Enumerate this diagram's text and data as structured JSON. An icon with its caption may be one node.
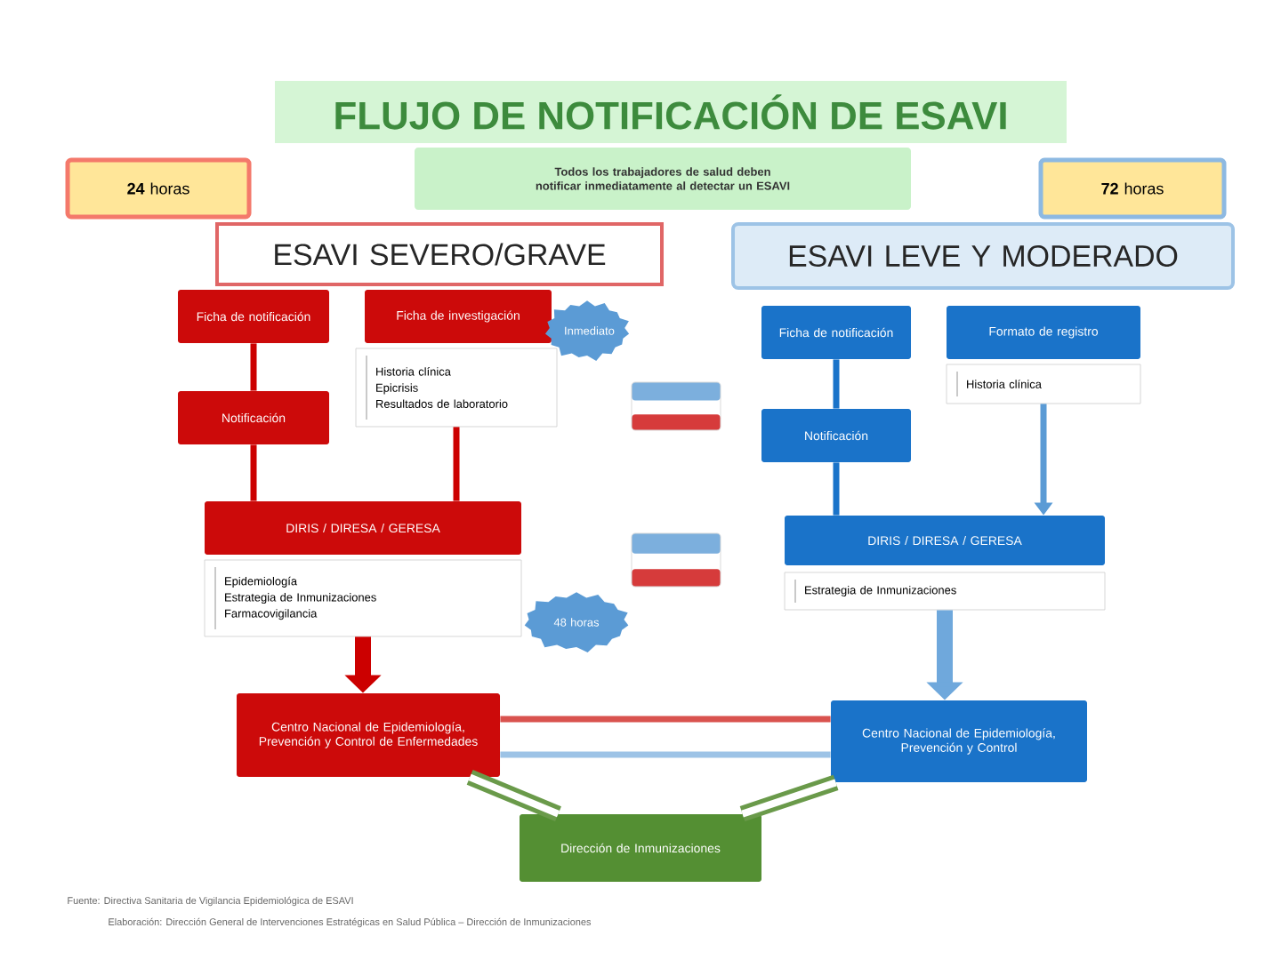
{
  "diagram": {
    "title": "FLUJO DE NOTIFICACIÓN DE ESAVI",
    "nodes": [
      {
        "text": [
          "**24** horas"
        ]
      },
      {
        "text": [
          "Todos los trabajadores de salud deben notificar inmediatamente al detectar un ESAVI"
        ]
      },
      {
        "text": [
          "**72** horas"
        ]
      },
      {
        "text": [
          "ESAVI SEVERO/GRAVE"
        ]
      },
      {
        "text": [
          "ESAVI LEVE Y MODERADO"
        ]
      },
      {
        "text": [
          "Ficha de notificación"
        ]
      },
      {
        "text": [
          "Ficha de investigación"
        ]
      },
      {
        "text": [
          "Historia clínica",
          "Epicrisis",
          "Resultados de laboratorio"
        ]
      },
      {
        "text": [
          "Inmediato"
        ]
      },
      {
        "text": [
          "Notificación"
        ]
      },
      {
        "text": [
          "DIRIS / DIRESA / GERESA"
        ]
      },
      {
        "text": [
          "Epidemiología",
          "Estrategia de Inmunizaciones",
          "Farmacovigilancia"
        ]
      },
      {
        "text": [
          "48 horas"
        ]
      },
      {
        "text": [
          "Centro Nacional de Epidemiología, Prevención y Control de Enfermedades"
        ]
      },
      {
        "text": [
          "Ficha de notificación"
        ]
      },
      {
        "text": [
          "Formato de registro"
        ]
      },
      {
        "text": [
          "Historia clínica"
        ]
      },
      {
        "text": [
          "Notificación"
        ]
      },
      {
        "text": [
          "DIRIS / DIRESA / GERESA"
        ]
      },
      {
        "text": [
          "Estrategia de Inmunizaciones"
        ]
      },
      {
        "text": [
          "Centro Nacional de Epidemiología, Prevención y Control"
        ]
      },
      {
        "text": [
          "Dirección de Inmunizaciones"
        ]
      }
    ],
    "edges": [
      {
        "from": 5,
        "to": 9,
        "arrow": "none",
        "color": "#cc0000"
      },
      {
        "from": 9,
        "to": 10,
        "arrow": "none",
        "color": "#cc0000"
      },
      {
        "from": 7,
        "to": 10,
        "arrow": "none",
        "color": "#cc0000"
      },
      {
        "from": 11,
        "to": 13,
        "arrow": "to",
        "style": "thick",
        "color": "#cc0000"
      },
      {
        "from": 14,
        "to": 17,
        "arrow": "none",
        "color": "#1a73c9"
      },
      {
        "from": 17,
        "to": 18,
        "arrow": "none",
        "color": "#1a73c9"
      },
      {
        "from": 16,
        "to": 18,
        "arrow": "to",
        "color": "#5b9bd5"
      },
      {
        "from": 19,
        "to": 20,
        "arrow": "to",
        "style": "thick",
        "color": "#6fa8dc"
      },
      {
        "from": 13,
        "to": 20,
        "arrow": "none",
        "color": "#d9534f"
      },
      {
        "from": 13,
        "to": 20,
        "arrow": "none",
        "color": "#9dc3e6"
      },
      {
        "from": 13,
        "to": 21,
        "arrow": "none",
        "style": "thick",
        "color": "#6a9a4a"
      },
      {
        "from": 20,
        "to": 21,
        "arrow": "none",
        "style": "thick",
        "color": "#6a9a4a"
      }
    ],
    "labels": [
      "Fuente: Directiva Sanitaria de Vigilancia Epidemiológica de ESAVI",
      "Elaboración: Dirección General de Intervenciones Estratégicas en Salud Pública – Dirección de Inmunizaciones"
    ]
  }
}
